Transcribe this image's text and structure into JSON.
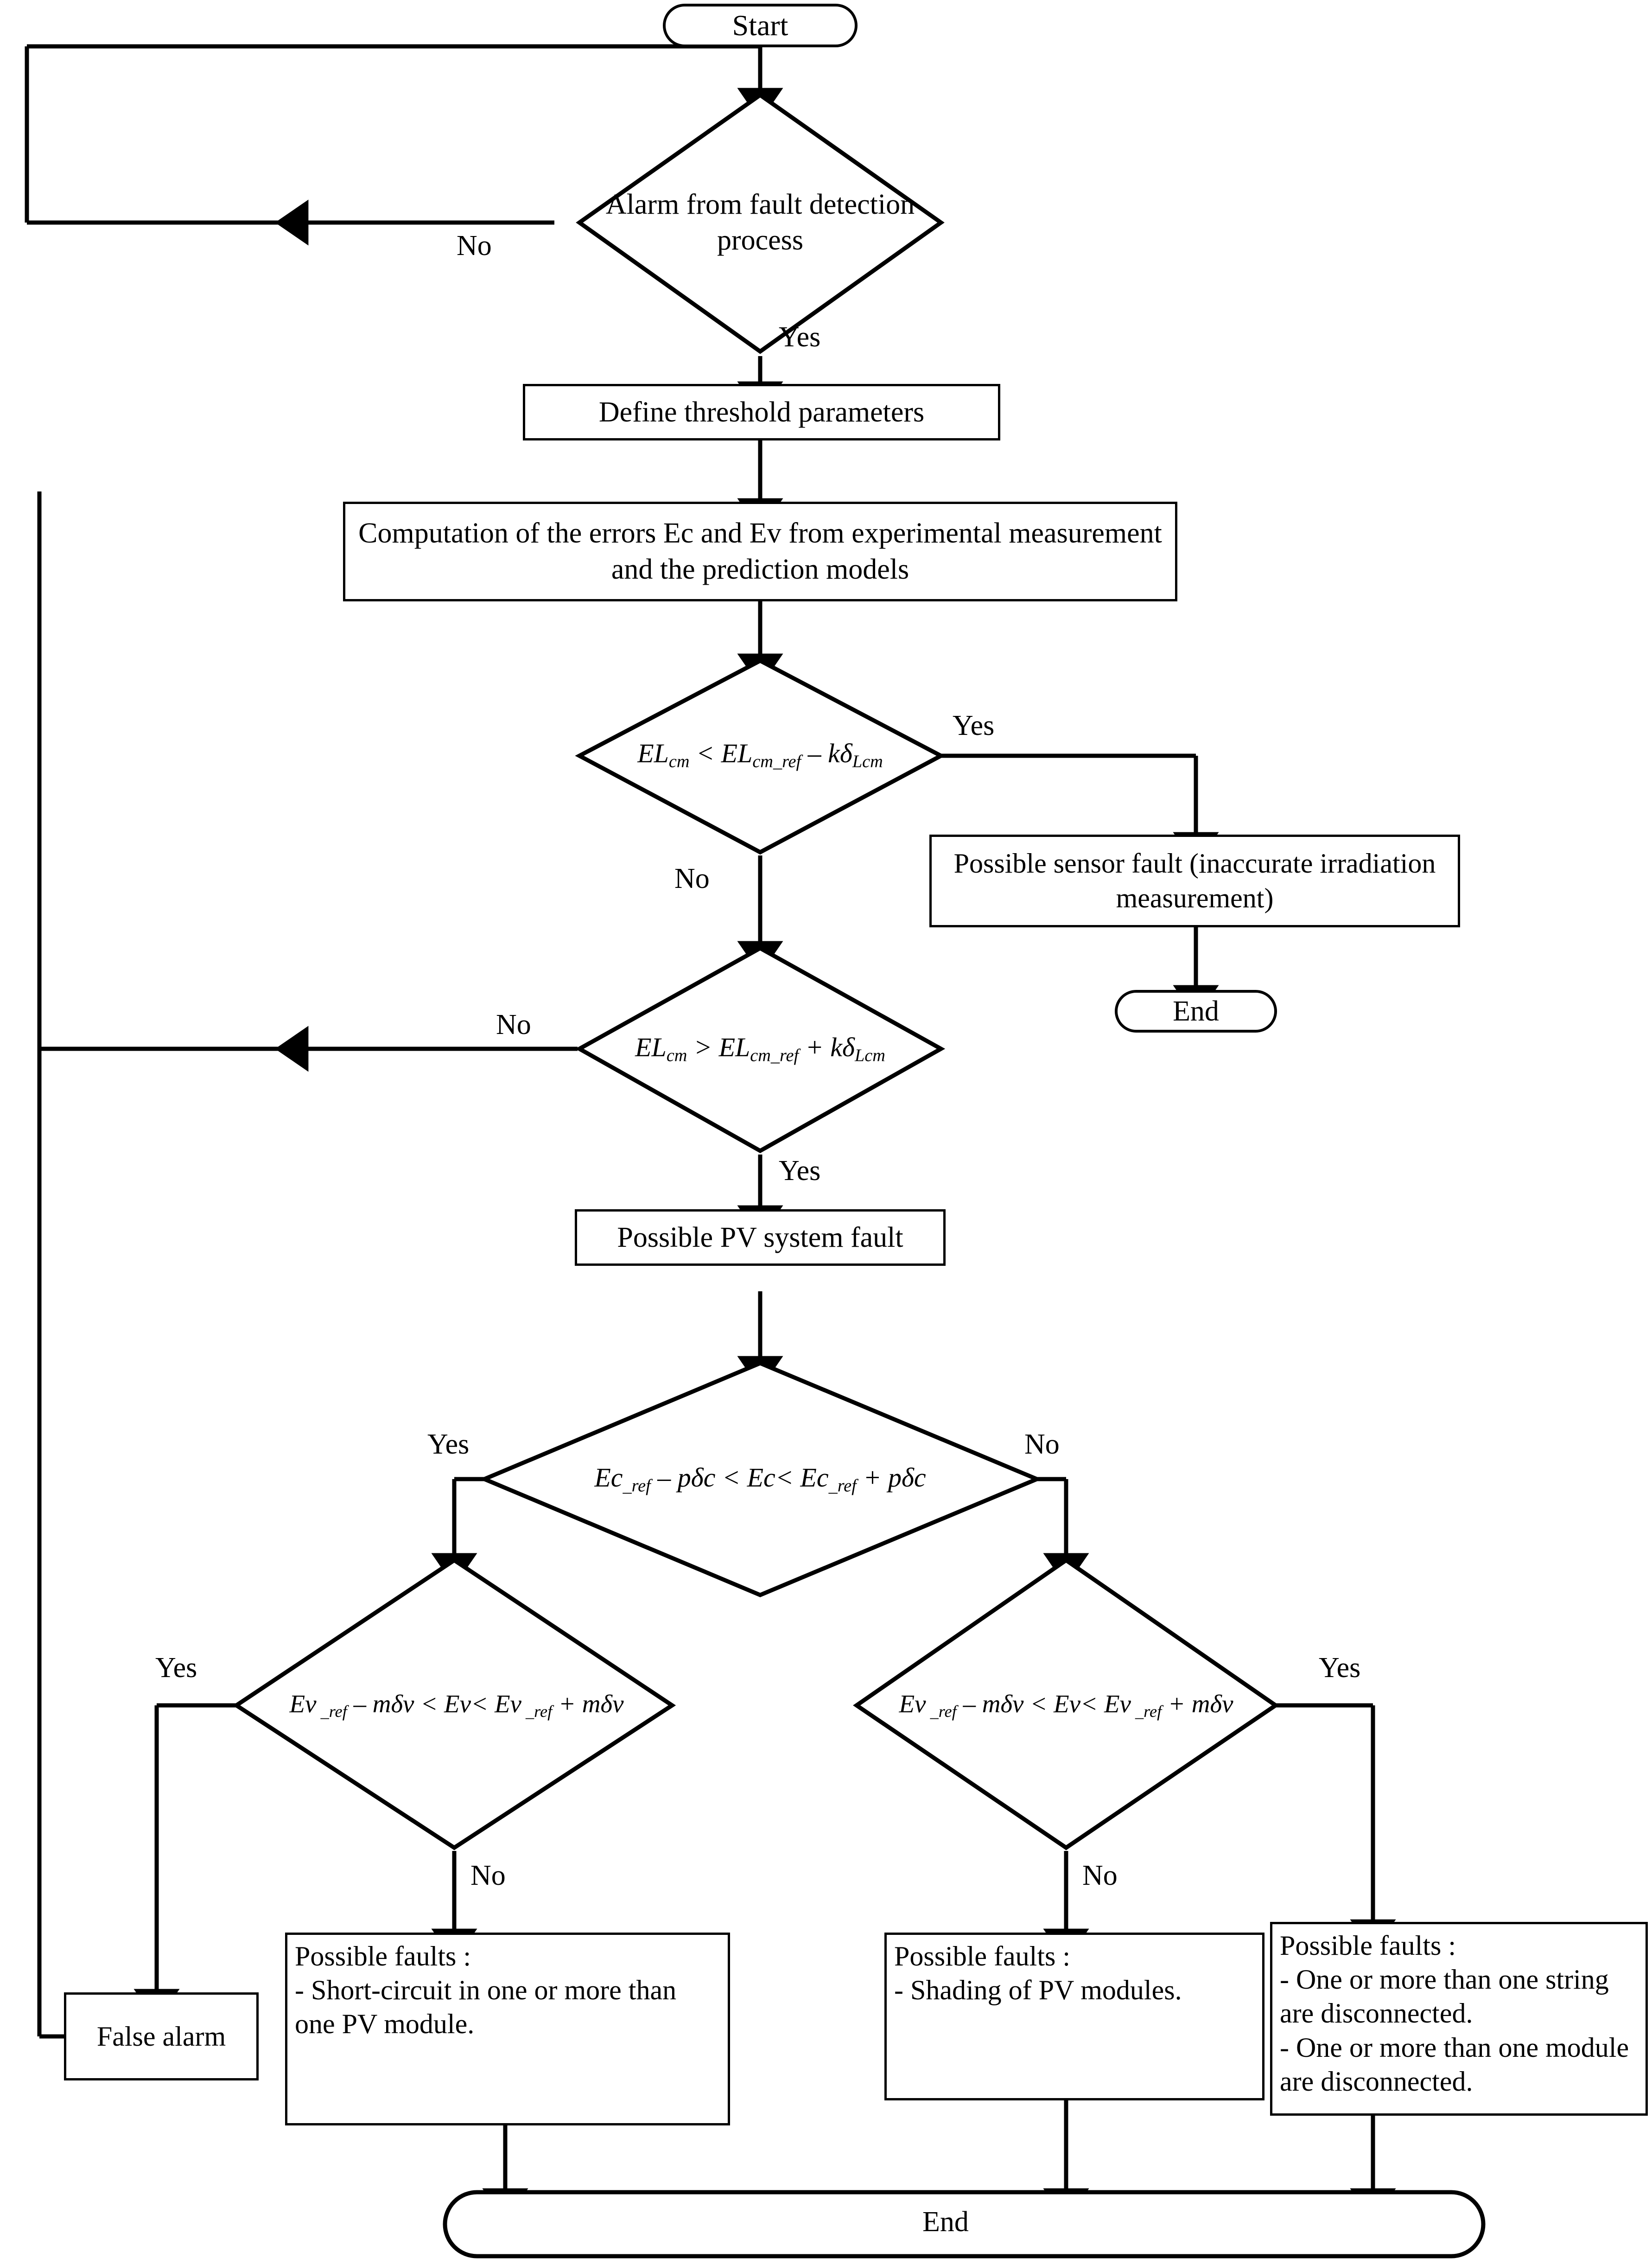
{
  "diagram": {
    "title": "PV system fault diagnosis flowchart",
    "stroke_color": "#000000",
    "background_color": "#ffffff"
  },
  "nodes": {
    "start": {
      "label": "Start",
      "shape": "terminator"
    },
    "alarm_decision": {
      "label": "Alarm from fault detection process",
      "shape": "decision"
    },
    "define_threshold": {
      "label": "Define threshold parameters",
      "shape": "process"
    },
    "computation": {
      "label": "Computation of the errors Ec and Ev from experimental measurement and the prediction models",
      "shape": "process"
    },
    "elcm_less": {
      "shape": "decision",
      "lhs": "EL",
      "lhs_sub": "cm",
      "op": " < ",
      "rhs": "EL",
      "rhs_sub": "cm_ref",
      "tail_op": " – ",
      "tail": "kδ",
      "tail_sub": "Lcm",
      "plain": "EL_cm < EL_cm_ref – kδ_Lcm"
    },
    "sensor_fault": {
      "label": "Possible sensor fault (inaccurate irradiation measurement)",
      "shape": "process"
    },
    "end_sensor": {
      "label": "End",
      "shape": "terminator"
    },
    "elcm_greater": {
      "shape": "decision",
      "lhs": "EL",
      "lhs_sub": "cm",
      "op": " > ",
      "rhs": "EL",
      "rhs_sub": "cm_ref",
      "tail_op": " + ",
      "tail": "kδ",
      "tail_sub": "Lcm",
      "plain": "EL_cm > EL_cm_ref + kδ_Lcm"
    },
    "pv_system_fault": {
      "label": "Possible PV system fault",
      "shape": "process"
    },
    "ec_decision": {
      "shape": "decision",
      "a": "Ec",
      "a_sub": "_ref",
      "a_op": " – ",
      "a_term": "pδc",
      "mid": " < Ec< ",
      "b": "Ec",
      "b_sub": "_ref",
      "b_op": " + ",
      "b_term": "pδc",
      "plain": "Ec_ref – pδc < Ec< Ec_ref + pδc"
    },
    "ev_decision_left": {
      "shape": "decision",
      "a": "Ev",
      "a_sub": " _ref",
      "a_op": " – ",
      "a_term": "mδv",
      "mid": " < Ev< ",
      "b": "Ev",
      "b_sub": " _ref",
      "b_op": " + ",
      "b_term": "mδv",
      "plain": "Ev _ref – mδv < Ev< Ev _ref + mδv"
    },
    "ev_decision_right": {
      "shape": "decision",
      "a": "Ev",
      "a_sub": " _ref",
      "a_op": " – ",
      "a_term": "mδv",
      "mid": " < Ev< ",
      "b": "Ev",
      "b_sub": " _ref",
      "b_op": " + ",
      "b_term": "mδv",
      "plain": "Ev _ref – mδv < Ev< Ev _ref + mδv"
    },
    "false_alarm": {
      "label": "False alarm",
      "shape": "process"
    },
    "faults_short_circuit": {
      "shape": "process",
      "heading": "Possible faults :",
      "items": [
        "- Short-circuit in one or more than one PV module."
      ]
    },
    "faults_shading": {
      "shape": "process",
      "heading": "Possible faults :",
      "items": [
        "- Shading of PV modules."
      ]
    },
    "faults_disconnected": {
      "shape": "process",
      "heading": "Possible faults :",
      "items": [
        "- One or more than one string are disconnected.",
        "- One or more than one module are disconnected."
      ]
    },
    "end_final": {
      "label": "End",
      "shape": "terminator"
    }
  },
  "edge_labels": {
    "alarm_no": "No",
    "alarm_yes": "Yes",
    "elcm_less_yes": "Yes",
    "elcm_less_no": "No",
    "elcm_greater_no": "No",
    "elcm_greater_yes": "Yes",
    "ec_yes": "Yes",
    "ec_no": "No",
    "ev_left_yes": "Yes",
    "ev_left_no": "No",
    "ev_right_no": "No",
    "ev_right_yes": "Yes"
  }
}
